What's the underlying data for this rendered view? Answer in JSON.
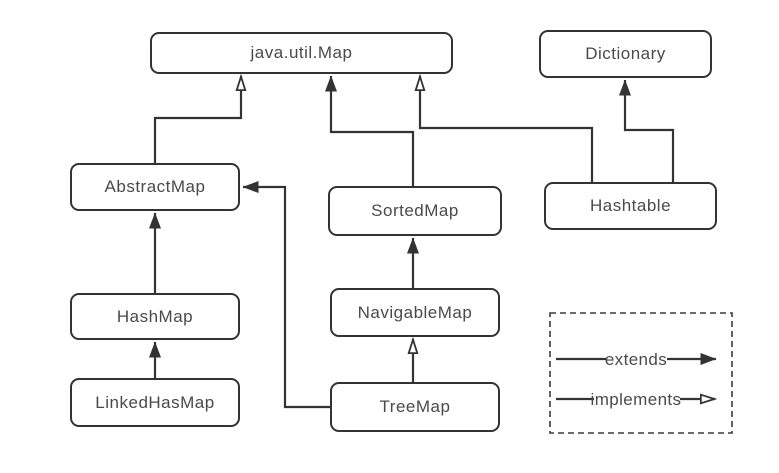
{
  "diagram": {
    "nodes": {
      "map": {
        "label": "java.util.Map"
      },
      "dictionary": {
        "label": "Dictionary"
      },
      "abstract_map": {
        "label": "AbstractMap"
      },
      "sorted_map": {
        "label": "SortedMap"
      },
      "hashtable": {
        "label": "Hashtable"
      },
      "hash_map": {
        "label": "HashMap"
      },
      "navigable_map": {
        "label": "NavigableMap"
      },
      "linked_has_map": {
        "label": "LinkedHasMap"
      },
      "tree_map": {
        "label": "TreeMap"
      }
    },
    "relationships": [
      {
        "from": "AbstractMap",
        "to": "java.util.Map",
        "type": "implements"
      },
      {
        "from": "SortedMap",
        "to": "java.util.Map",
        "type": "extends"
      },
      {
        "from": "Hashtable",
        "to": "java.util.Map",
        "type": "implements"
      },
      {
        "from": "Hashtable",
        "to": "Dictionary",
        "type": "extends"
      },
      {
        "from": "HashMap",
        "to": "AbstractMap",
        "type": "extends"
      },
      {
        "from": "LinkedHasMap",
        "to": "HashMap",
        "type": "extends"
      },
      {
        "from": "NavigableMap",
        "to": "SortedMap",
        "type": "extends"
      },
      {
        "from": "TreeMap",
        "to": "NavigableMap",
        "type": "implements"
      },
      {
        "from": "TreeMap",
        "to": "AbstractMap",
        "type": "extends"
      }
    ],
    "legend": {
      "extends_label": "extends",
      "implements_label": "implements"
    },
    "colors": {
      "line": "#333333",
      "text": "#4a4a4a",
      "background": "#ffffff"
    }
  }
}
